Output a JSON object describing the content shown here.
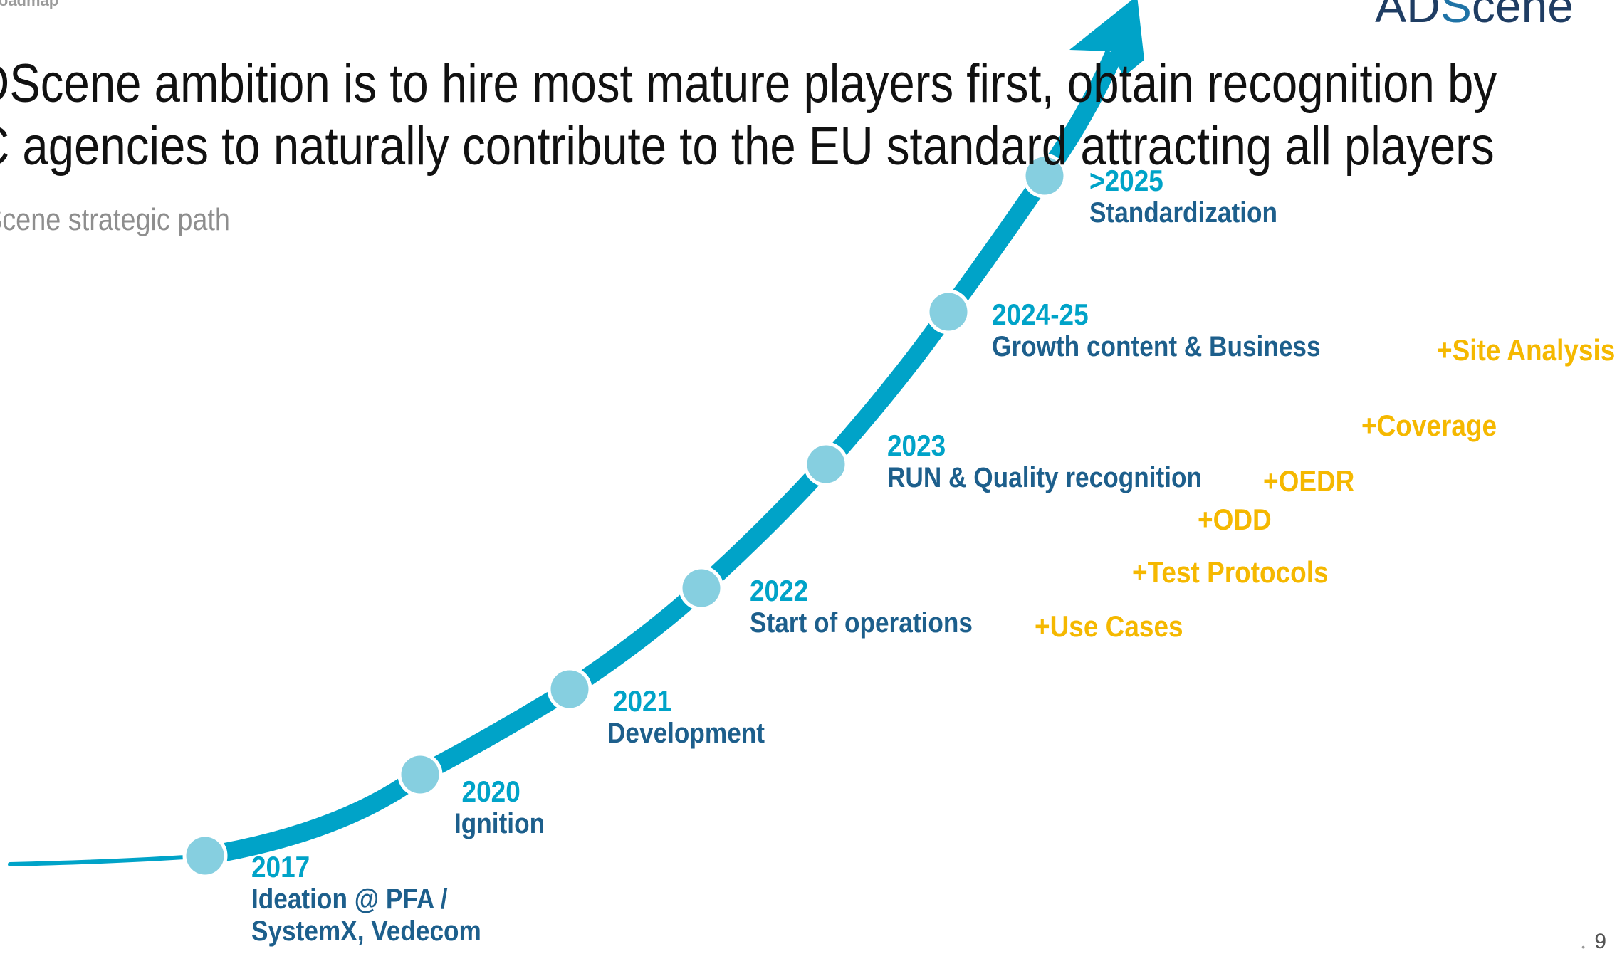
{
  "header": {
    "section_label": "Roadmap",
    "brand_prefix": "AD",
    "brand_s": "S",
    "brand_suffix": "cene"
  },
  "headline": {
    "line1": "DScene ambition is to hire most mature players first, obtain recognition by",
    "line2": "C agencies to naturally contribute to the EU standard attracting all players"
  },
  "subtitle": "Scene strategic path",
  "milestones": [
    {
      "year": "2017",
      "label_lines": [
        "Ideation @ PFA /",
        "SystemX, Vedecom"
      ]
    },
    {
      "year": "2020",
      "label_lines": [
        "Ignition"
      ]
    },
    {
      "year": "2021",
      "label_lines": [
        "Development"
      ]
    },
    {
      "year": "2022",
      "label_lines": [
        "Start of operations"
      ]
    },
    {
      "year": "2023",
      "label_lines": [
        "RUN & Quality recognition"
      ]
    },
    {
      "year": "2024-25",
      "label_lines": [
        "Growth content & Business"
      ]
    },
    {
      "year": ">2025",
      "label_lines": [
        "Standardization"
      ]
    }
  ],
  "addons": [
    "+Use Cases",
    "+Test Protocols",
    "+ODD",
    "+OEDR",
    "+Coverage",
    "+Site Analysis"
  ],
  "colors": {
    "arrow": "#00a3c8",
    "dot": "#86cfe0",
    "year": "#00a3c8",
    "label": "#1d5f8c",
    "addon": "#f5b800"
  },
  "footer": {
    "page_number": "9"
  }
}
